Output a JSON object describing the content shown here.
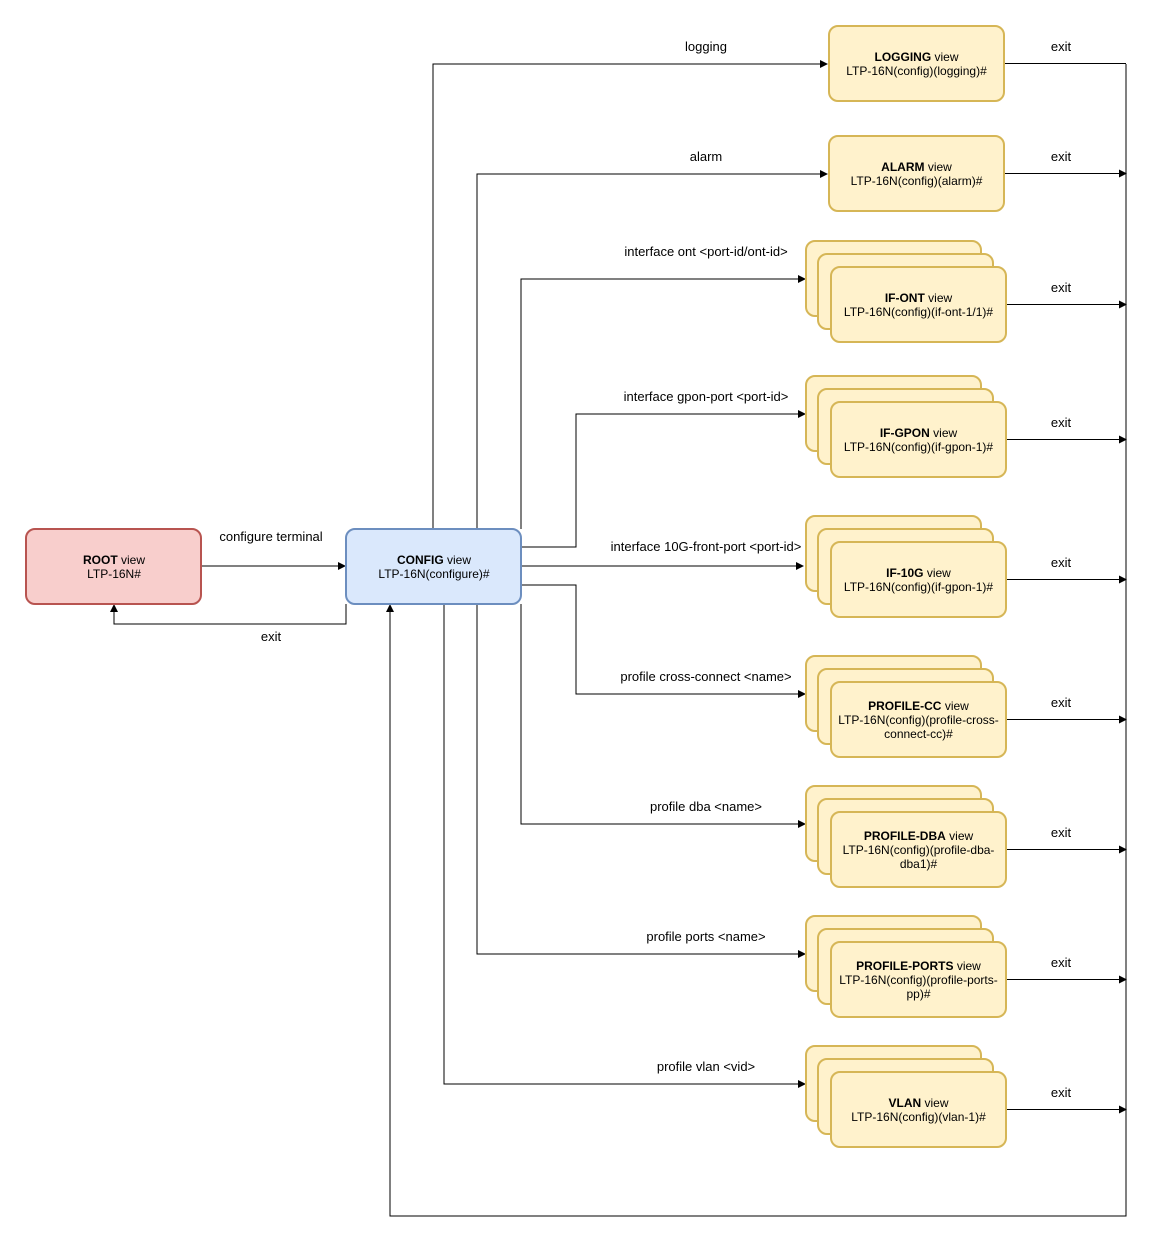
{
  "colors": {
    "root_fill": "#f8cecc",
    "root_stroke": "#b85450",
    "config_fill": "#dae8fc",
    "config_stroke": "#6c8ebf",
    "view_fill": "#fff2cc",
    "view_stroke": "#d6b656",
    "line": "#000000"
  },
  "root": {
    "title": "ROOT",
    "suffix": "view",
    "prompt": "LTP-16N#"
  },
  "config": {
    "title": "CONFIG",
    "suffix": "view",
    "prompt": "LTP-16N(configure)#"
  },
  "root_to_config_label": "configure terminal",
  "config_to_root_label": "exit",
  "views": [
    {
      "title": "LOGGING",
      "suffix": "view",
      "prompt": "LTP-16N(config)(logging)#",
      "command": "logging",
      "exit_label": "exit"
    },
    {
      "title": "ALARM",
      "suffix": "view",
      "prompt": "LTP-16N(config)(alarm)#",
      "command": "alarm",
      "exit_label": "exit"
    },
    {
      "title": "IF-ONT",
      "suffix": "view",
      "prompt": "LTP-16N(config)(if-ont-1/1)#",
      "command": "interface ont <port-id/ont-id>",
      "exit_label": "exit"
    },
    {
      "title": "IF-GPON",
      "suffix": "view",
      "prompt": "LTP-16N(config)(if-gpon-1)#",
      "command": "interface gpon-port <port-id>",
      "exit_label": "exit"
    },
    {
      "title": "IF-10G",
      "suffix": "view",
      "prompt": "LTP-16N(config)(if-gpon-1)#",
      "command": "interface 10G-front-port <port-id>",
      "exit_label": "exit"
    },
    {
      "title": "PROFILE-CC",
      "suffix": "view",
      "prompt": "LTP-16N(config)(profile-cross-connect-cc)#",
      "command": "profile cross-connect <name>",
      "exit_label": "exit"
    },
    {
      "title": "PROFILE-DBA",
      "suffix": "view",
      "prompt": "LTP-16N(config)(profile-dba-dba1)#",
      "command": "profile dba <name>",
      "exit_label": "exit"
    },
    {
      "title": "PROFILE-PORTS",
      "suffix": "view",
      "prompt": "LTP-16N(config)(profile-ports-pp)#",
      "command": "profile ports <name>",
      "exit_label": "exit"
    },
    {
      "title": "VLAN",
      "suffix": "view",
      "prompt": "LTP-16N(config)(vlan-1)#",
      "command": "profile vlan <vid>",
      "exit_label": "exit"
    }
  ]
}
